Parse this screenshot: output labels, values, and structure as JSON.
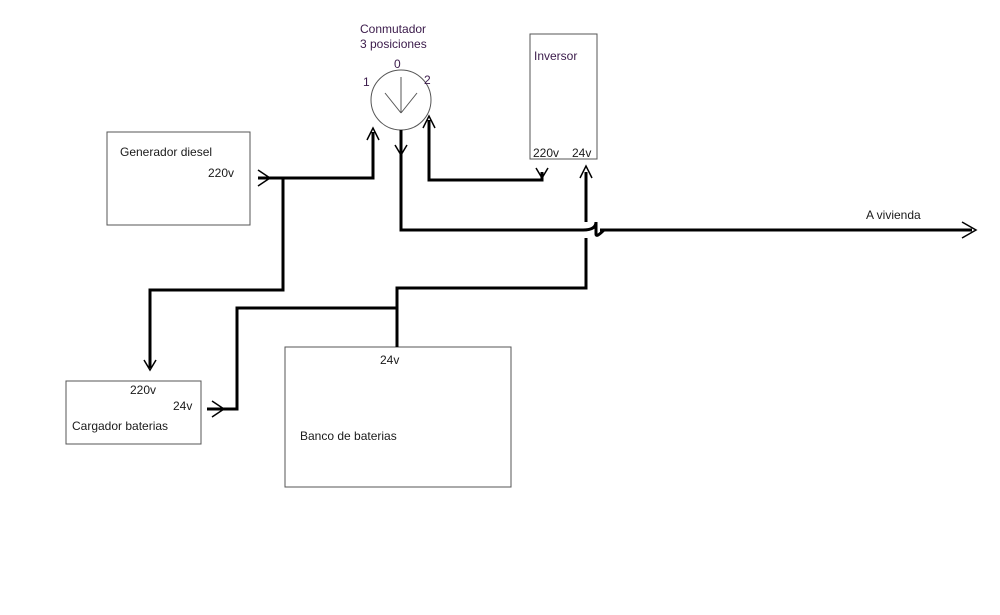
{
  "switch": {
    "title_line1": "Conmutador",
    "title_line2": "3 posiciones",
    "pos_0": "0",
    "pos_1": "1",
    "pos_2": "2"
  },
  "inverter": {
    "label": "Inversor",
    "in_220": "220v",
    "in_24": "24v"
  },
  "generator": {
    "label": "Generador diesel",
    "out_220": "220v"
  },
  "charger": {
    "label": "Cargador baterias",
    "in_220": "220v",
    "out_24": "24v"
  },
  "battery_bank": {
    "label": "Banco de baterias",
    "terminal": "24v"
  },
  "output": {
    "label": "A vivienda"
  },
  "colors": {
    "wire": "#000000",
    "box_border": "#555555",
    "text": "#1a1a1a"
  }
}
